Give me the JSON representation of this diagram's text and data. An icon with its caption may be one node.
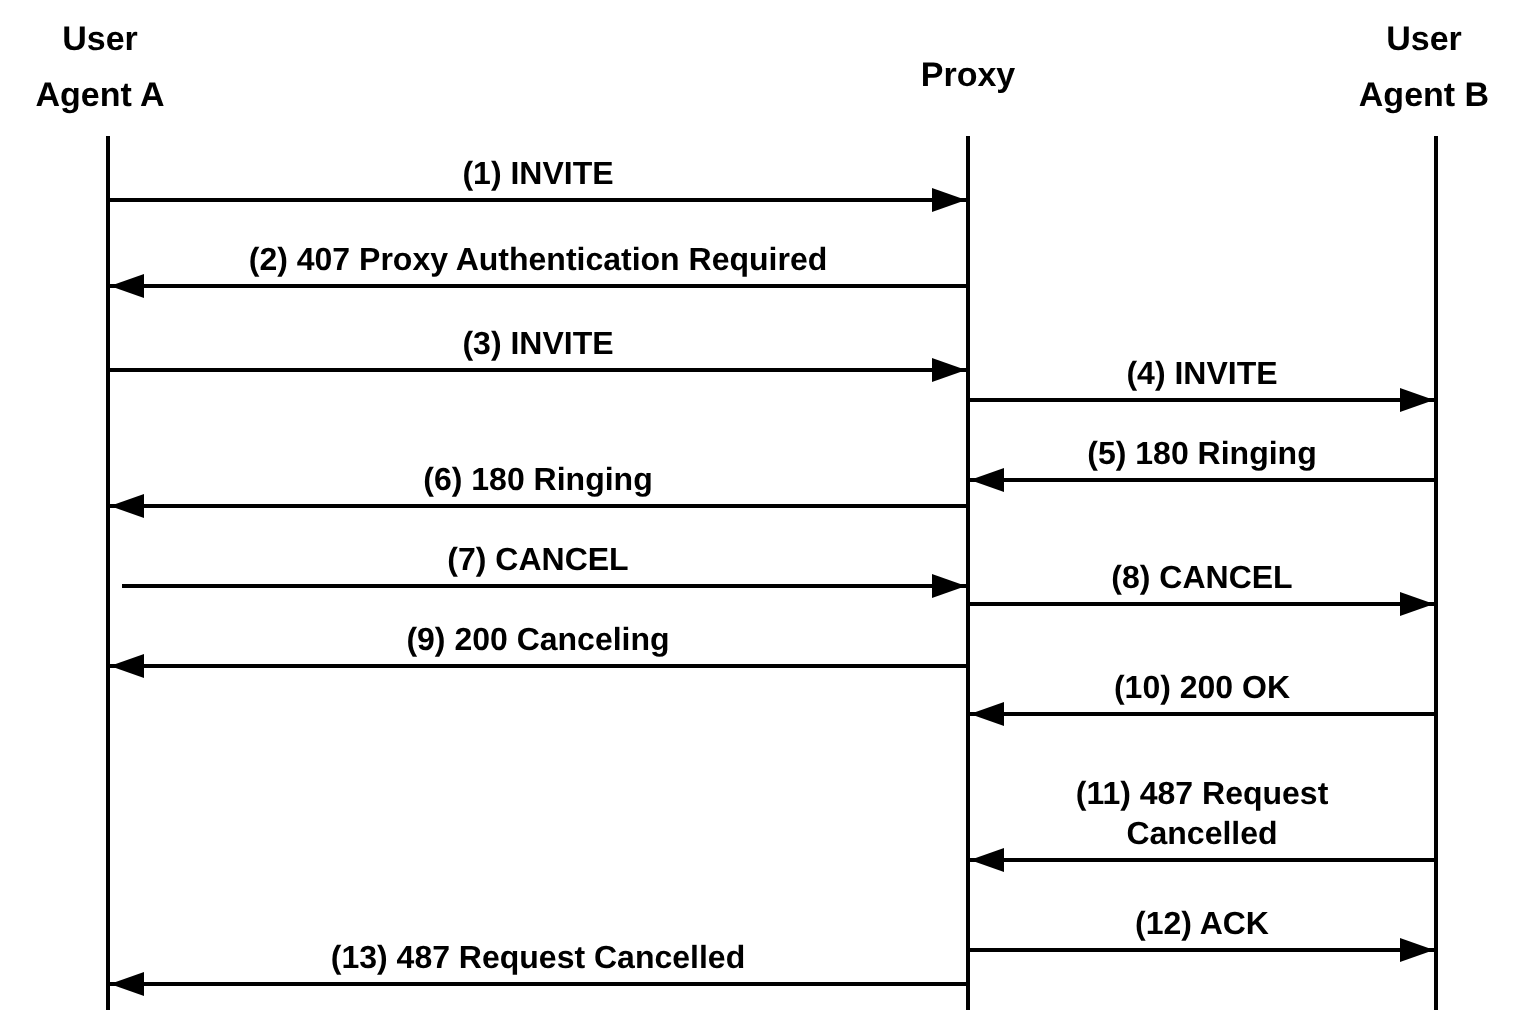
{
  "diagram": {
    "nodes": [
      {
        "text": [],
        "shape": "bar",
        "beside": [
          "User Agent A"
        ]
      },
      {
        "text": [],
        "shape": "bar",
        "beside": [
          "Proxy"
        ]
      },
      {
        "text": [],
        "shape": "bar",
        "beside": [
          "User Agent B"
        ]
      }
    ],
    "edges": [
      {
        "from": 0,
        "to": 1,
        "arrow": "to",
        "label": "(1) INVITE"
      },
      {
        "from": 1,
        "to": 0,
        "arrow": "to",
        "label": "(2) 407 Proxy Authentication Required"
      },
      {
        "from": 0,
        "to": 1,
        "arrow": "to",
        "label": "(3) INVITE"
      },
      {
        "from": 1,
        "to": 2,
        "arrow": "to",
        "label": "(4) INVITE"
      },
      {
        "from": 2,
        "to": 1,
        "arrow": "to",
        "label": "(5) 180 Ringing"
      },
      {
        "from": 1,
        "to": 0,
        "arrow": "to",
        "label": "(6) 180 Ringing"
      },
      {
        "from": 0,
        "to": 1,
        "arrow": "to",
        "label": "(7) CANCEL"
      },
      {
        "from": 1,
        "to": 2,
        "arrow": "to",
        "label": "(8) CANCEL"
      },
      {
        "from": 1,
        "to": 0,
        "arrow": "to",
        "label": "(9) 200 Canceling"
      },
      {
        "from": 2,
        "to": 1,
        "arrow": "to",
        "label": "(10) 200 OK"
      },
      {
        "from": 2,
        "to": 1,
        "arrow": "to",
        "label": "(11) 487 Request Cancelled"
      },
      {
        "from": 1,
        "to": 2,
        "arrow": "to",
        "label": "(12) ACK"
      },
      {
        "from": 1,
        "to": 0,
        "arrow": "to",
        "label": "(13) 487 Request Cancelled"
      }
    ]
  }
}
